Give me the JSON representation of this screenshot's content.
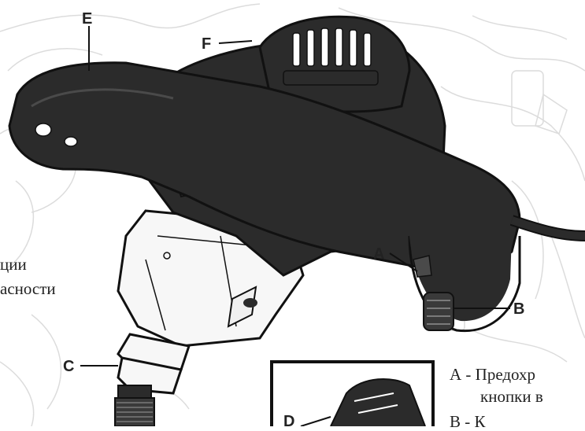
{
  "callouts": {
    "E": "E",
    "F": "F",
    "A": "A",
    "B": "B",
    "C": "C",
    "D": "D"
  },
  "legend_left": {
    "line1": "ции",
    "line2": "асности"
  },
  "legend_right": {
    "line1": "А - Предохр",
    "line2": "кнопки в",
    "line3": "В - К"
  },
  "colors": {
    "tool_body": "#2b2b2b",
    "tool_highlight": "#4a4a4a",
    "gearbox": "#f7f7f7",
    "outline": "#111111",
    "background_sketch": "#dcdcdc"
  }
}
